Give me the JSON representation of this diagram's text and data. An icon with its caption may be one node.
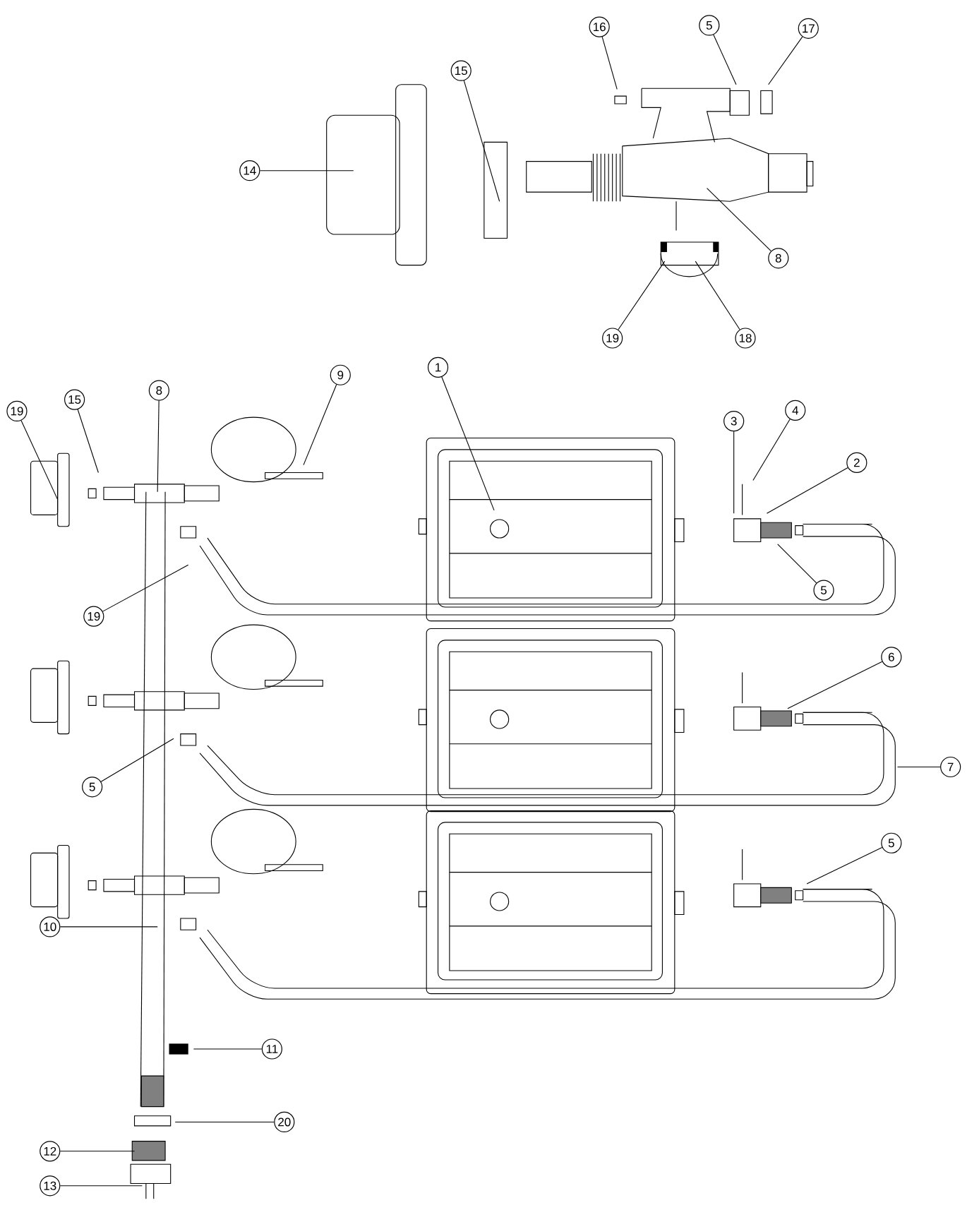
{
  "diagram": {
    "nodes": [
      {
        "text": [
          "16"
        ]
      },
      {
        "text": [
          "5"
        ]
      },
      {
        "text": [
          "17"
        ]
      },
      {
        "text": [
          "15"
        ]
      },
      {
        "text": [
          "14"
        ]
      },
      {
        "text": [
          "8"
        ]
      },
      {
        "text": [
          "19"
        ]
      },
      {
        "text": [
          "18"
        ]
      },
      {
        "text": [
          "9"
        ]
      },
      {
        "text": [
          "1"
        ]
      },
      {
        "text": [
          "8"
        ]
      },
      {
        "text": [
          "15"
        ]
      },
      {
        "text": [
          "19"
        ]
      },
      {
        "text": [
          "4"
        ]
      },
      {
        "text": [
          "3"
        ]
      },
      {
        "text": [
          "2"
        ]
      },
      {
        "text": [
          "5"
        ]
      },
      {
        "text": [
          "19"
        ]
      },
      {
        "text": [
          "6"
        ]
      },
      {
        "text": [
          "7"
        ]
      },
      {
        "text": [
          "5"
        ]
      },
      {
        "text": [
          "5"
        ]
      },
      {
        "text": [
          "10"
        ]
      },
      {
        "text": [
          "11"
        ]
      },
      {
        "text": [
          "20"
        ]
      },
      {
        "text": [
          "12"
        ]
      },
      {
        "text": [
          "13"
        ]
      }
    ],
    "edges": [
      {
        "from": 0,
        "to": null,
        "arrow": "none"
      },
      {
        "from": 1,
        "to": null,
        "arrow": "none"
      },
      {
        "from": 2,
        "to": null,
        "arrow": "none"
      },
      {
        "from": 3,
        "to": null,
        "arrow": "none"
      },
      {
        "from": 4,
        "to": null,
        "arrow": "none"
      },
      {
        "from": 5,
        "to": null,
        "arrow": "none"
      },
      {
        "from": 6,
        "to": null,
        "arrow": "none"
      },
      {
        "from": 7,
        "to": null,
        "arrow": "none"
      },
      {
        "from": 8,
        "to": null,
        "arrow": "none"
      },
      {
        "from": 9,
        "to": null,
        "arrow": "none"
      },
      {
        "from": 10,
        "to": null,
        "arrow": "none"
      },
      {
        "from": 11,
        "to": null,
        "arrow": "none"
      },
      {
        "from": 12,
        "to": null,
        "arrow": "none"
      },
      {
        "from": 13,
        "to": null,
        "arrow": "none"
      },
      {
        "from": 14,
        "to": null,
        "arrow": "none"
      },
      {
        "from": 15,
        "to": null,
        "arrow": "none"
      },
      {
        "from": 16,
        "to": null,
        "arrow": "none"
      },
      {
        "from": 17,
        "to": null,
        "arrow": "none"
      },
      {
        "from": 18,
        "to": null,
        "arrow": "none"
      },
      {
        "from": 19,
        "to": null,
        "arrow": "none"
      },
      {
        "from": 20,
        "to": null,
        "arrow": "none"
      },
      {
        "from": 21,
        "to": null,
        "arrow": "none"
      },
      {
        "from": 22,
        "to": null,
        "arrow": "none"
      },
      {
        "from": 23,
        "to": null,
        "arrow": "none"
      },
      {
        "from": 24,
        "to": null,
        "arrow": "none"
      },
      {
        "from": 25,
        "to": null,
        "arrow": "none"
      },
      {
        "from": 26,
        "to": null,
        "arrow": "none"
      }
    ]
  }
}
